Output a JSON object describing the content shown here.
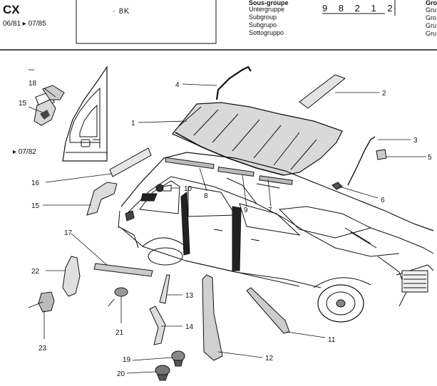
{
  "header": {
    "model": "CX",
    "dates": "06/81 ▸ 07/85",
    "code": "· 8K",
    "subgroup_labels": [
      "Sous-groupe",
      "Untergruppe",
      "Subgroup",
      "Subgrupo",
      "Sottogruppo"
    ],
    "subgroup_number": "9 8 2 1 2",
    "group_labels": [
      "Grou",
      "Gru",
      "Gro",
      "Gru",
      "Gru"
    ]
  },
  "inset": {
    "date_note": "▸ 07/82"
  },
  "parts": [
    "1",
    "2",
    "3",
    "4",
    "5",
    "6",
    "7",
    "8",
    "9",
    "10",
    "11",
    "12",
    "13",
    "14",
    "15",
    "15",
    "16",
    "17",
    "18",
    "19",
    "20",
    "21",
    "22",
    "23"
  ]
}
